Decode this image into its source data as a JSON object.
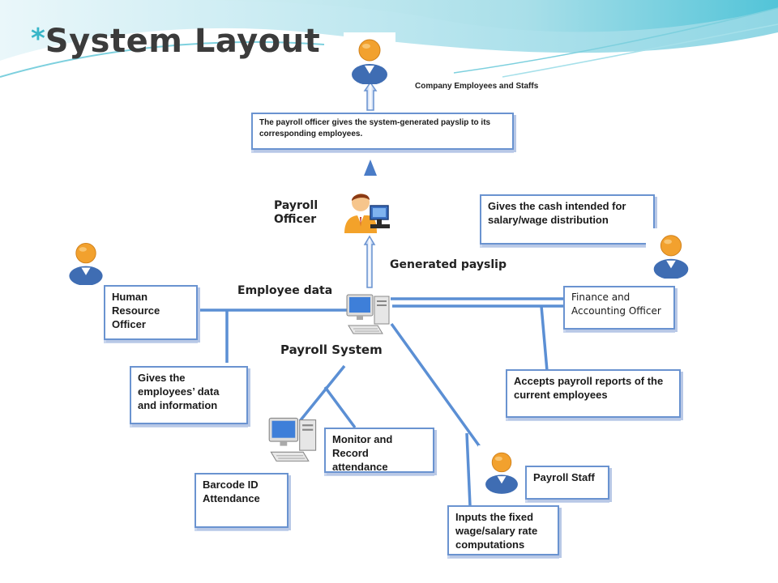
{
  "title": {
    "star": "*",
    "text": "System Layout"
  },
  "captions": {
    "employees": "Company Employees and Staffs"
  },
  "labels": {
    "payroll_officer": "Payroll Officer",
    "generated_payslip": "Generated payslip",
    "employee_data": "Employee data",
    "payroll_system": "Payroll System"
  },
  "boxes": {
    "payslip_to_employees": "The payroll officer gives the system-generated payslip to its corresponding employees.",
    "cash_distribution": "Gives the cash intended for salary/wage distribution",
    "hr_officer": "Human Resource Officer",
    "finance_officer": "Finance and Accounting Officer",
    "gives_employee_data": "Gives the employees’ data and information",
    "accepts_reports": "Accepts payroll reports of the current employees",
    "monitor_attendance": "Monitor and Record attendance",
    "barcode": "Barcode ID Attendance",
    "payroll_staff": "Payroll Staff",
    "inputs_wage": "Inputs the fixed wage/salary rate computations"
  },
  "icons": [
    "person-icon",
    "payroll-officer-icon",
    "computer-icon",
    "arrow-up-icon"
  ],
  "colors": {
    "accent": "#38b6c8",
    "line": "#5b8fd4",
    "box_border": "#6a93d0",
    "person_head": "#f2a12e",
    "person_body": "#3f6db3"
  }
}
